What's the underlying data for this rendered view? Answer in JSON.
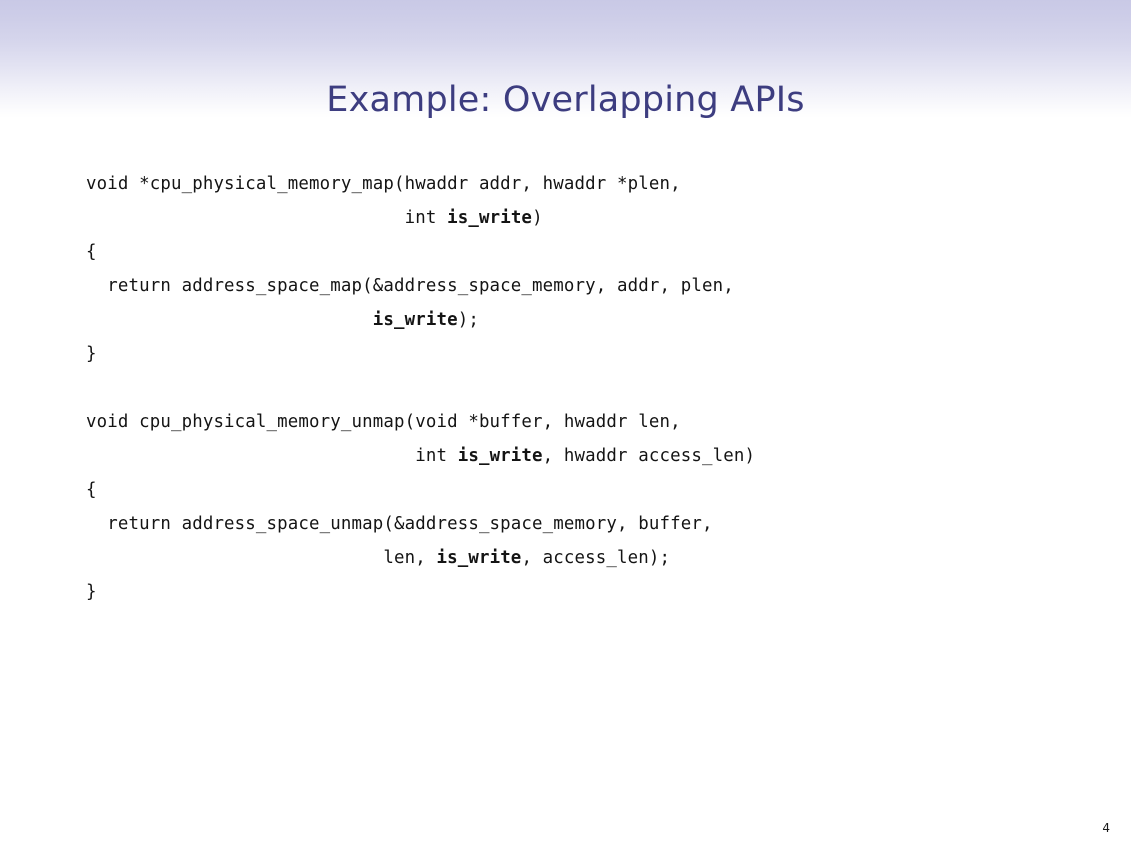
{
  "slide": {
    "title": "Example: Overlapping APIs",
    "title_color": "#3d3d80",
    "page_number": "4",
    "background_color": "#ffffff",
    "gradient_top_color": "#c9c9e6",
    "gradient_bottom_color": "#ffffff"
  },
  "code": {
    "language": "c",
    "bold_token": "is_write",
    "lines": [
      {
        "id": "l1",
        "text": "void *cpu_physical_memory_map(hwaddr addr, hwaddr *plen,"
      },
      {
        "id": "l2",
        "text": "                              int is_write)"
      },
      {
        "id": "l3",
        "text": "{"
      },
      {
        "id": "l4",
        "text": "  return address_space_map(&address_space_memory, addr, plen,"
      },
      {
        "id": "l5",
        "text": "                           is_write);"
      },
      {
        "id": "l6",
        "text": "}"
      },
      {
        "id": "l7",
        "text": ""
      },
      {
        "id": "l8",
        "text": "void cpu_physical_memory_unmap(void *buffer, hwaddr len,"
      },
      {
        "id": "l9",
        "text": "                               int is_write, hwaddr access_len)"
      },
      {
        "id": "l10",
        "text": "{"
      },
      {
        "id": "l11",
        "text": "  return address_space_unmap(&address_space_memory, buffer,"
      },
      {
        "id": "l12",
        "text": "                            len, is_write, access_len);"
      },
      {
        "id": "l13",
        "text": "}"
      }
    ]
  }
}
